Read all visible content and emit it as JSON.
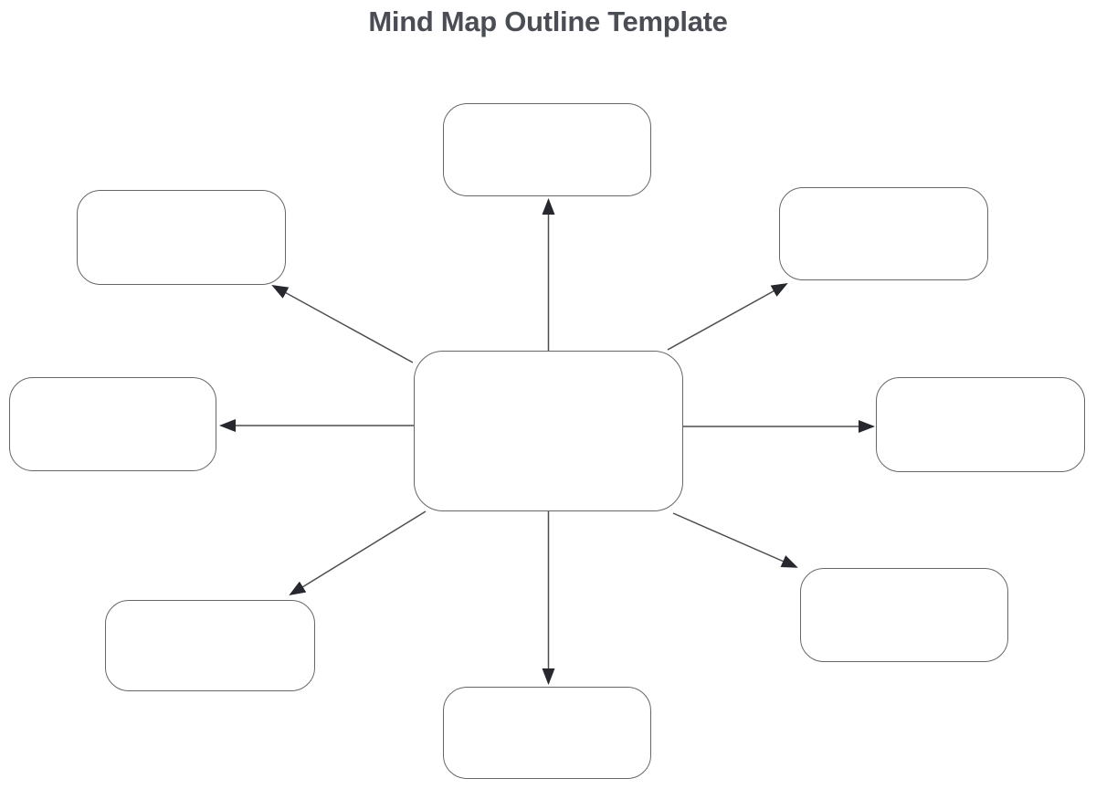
{
  "title": "Mind Map Outline Template",
  "colors": {
    "background": "#FFFFFF",
    "title_text": "#4A4E54",
    "node_fill": "#FFFFFF",
    "node_border": "#63676C",
    "connector_line": "#4D4D4D",
    "arrowhead_fill": "#26282E"
  },
  "diagram": {
    "type": "mind-map",
    "center": {
      "id": "central-topic",
      "label": ""
    },
    "branches": [
      {
        "id": "branch-top",
        "label": "",
        "direction": "top"
      },
      {
        "id": "branch-top-left",
        "label": "",
        "direction": "top-left"
      },
      {
        "id": "branch-top-right",
        "label": "",
        "direction": "top-right"
      },
      {
        "id": "branch-left",
        "label": "",
        "direction": "left"
      },
      {
        "id": "branch-right",
        "label": "",
        "direction": "right"
      },
      {
        "id": "branch-bottom-left",
        "label": "",
        "direction": "bottom-left"
      },
      {
        "id": "branch-bottom-right",
        "label": "",
        "direction": "bottom-right"
      },
      {
        "id": "branch-bottom",
        "label": "",
        "direction": "bottom"
      }
    ],
    "connections": [
      {
        "from": "central-topic",
        "to": "branch-top"
      },
      {
        "from": "central-topic",
        "to": "branch-top-left"
      },
      {
        "from": "central-topic",
        "to": "branch-top-right"
      },
      {
        "from": "central-topic",
        "to": "branch-left"
      },
      {
        "from": "central-topic",
        "to": "branch-right"
      },
      {
        "from": "central-topic",
        "to": "branch-bottom-left"
      },
      {
        "from": "central-topic",
        "to": "branch-bottom-right"
      },
      {
        "from": "central-topic",
        "to": "branch-bottom"
      }
    ]
  }
}
